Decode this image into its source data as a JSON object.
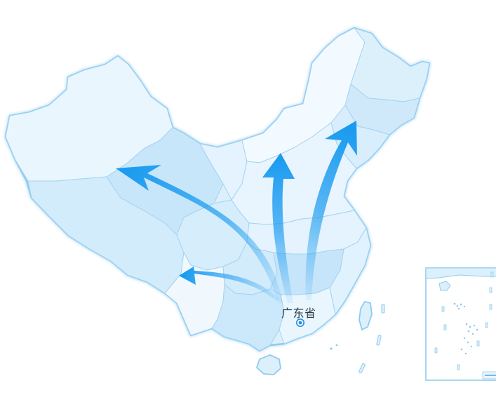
{
  "map": {
    "origin_label": "广东省",
    "colors": {
      "background": "#ffffff",
      "land_light": "#f0f8fe",
      "land_mid": "#dcf0fc",
      "land_deep": "#c8e6fa",
      "border": "#a5d3f2",
      "outline": "#8ecbef",
      "arrow": "#1a9bf0",
      "origin_marker": "#1e8fe0",
      "label": "#2a3a48"
    },
    "flows": [
      {
        "name": "flow-to-tibet"
      },
      {
        "name": "flow-to-qinghai"
      },
      {
        "name": "flow-to-inner-north"
      },
      {
        "name": "flow-to-northeast"
      }
    ]
  }
}
